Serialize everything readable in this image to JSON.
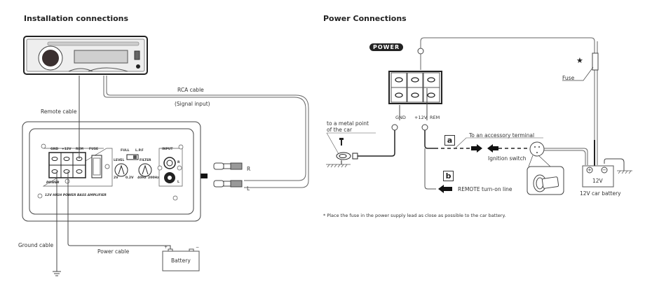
{
  "left": {
    "title": "Installation connections",
    "labels": {
      "rca_cable": "RCA cable",
      "signal_input": "(Signal input)",
      "remote_cable": "Remote cable",
      "ground_cable": "Ground cable",
      "power_cable": "Power cable",
      "battery": "Battery",
      "rca_r": "R",
      "rca_l": "L"
    },
    "amplifier": {
      "terminals": [
        "GND",
        "+12V",
        "REM"
      ],
      "fuse": "FUSE",
      "power": "POWER",
      "switch_full": "FULL",
      "switch_lpf": "L.P.F",
      "level": "LEVEL",
      "filter": "FILTER",
      "level_min": "2V",
      "level_max": "0.2V",
      "filter_min": "40Hz",
      "filter_max": "200Hz",
      "input": "INPUT",
      "input_r": "R",
      "input_l": "L",
      "model": "12V HIGH POWER BASS AMPLIFIER"
    },
    "battery_terminals": [
      "+",
      "−"
    ]
  },
  "right": {
    "title": "Power Connections",
    "power_badge": "POWER",
    "terminals": [
      "GND",
      "+12V",
      "REM"
    ],
    "labels": {
      "metal_point": "to a metal point\nof the car",
      "accessory": "To an accessory terminal",
      "ignition": "Ignition switch",
      "remote_line": "REMOTE turn-on line",
      "fuse": "Fuse",
      "battery_voltage": "12V",
      "battery": "12V car battery",
      "option_a": "a",
      "option_b": "b",
      "star": "★"
    },
    "battery_terminals": [
      "+",
      "−"
    ],
    "note": "* Place the fuse in the power supply lead as close as possible to the car battery."
  }
}
